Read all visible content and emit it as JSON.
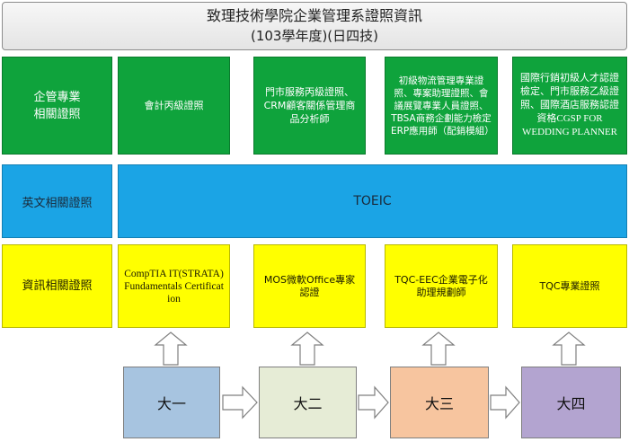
{
  "title": {
    "line1": "致理技術學院企業管理系證照資訊",
    "line2": "(103學年度)(日四技)"
  },
  "rows": {
    "business": {
      "label": "企管專業\n相關證照",
      "items": [
        "會計丙級證照",
        "門市服務丙級證照、CRM顧客關係管理商品分析師",
        "初級物流管理專業證照、專案助理證照、會議展覽專業人員證照、TBSA商務企劃能力檢定ERP應用師（配銷模組）",
        "國際行銷初級人才認證檢定、門市服務乙級證照、國際酒店服務認證資格CGSP FOR WEDDING PLANNER"
      ]
    },
    "english": {
      "label": "英文相關證照",
      "item": "TOEIC"
    },
    "it": {
      "label": "資訊相關證照",
      "items": [
        "CompTIA IT(STRATA)Fundamentals Certification",
        "MOS微軟Office專家認證",
        "TQC-EEC企業電子化助理規劃師",
        "TQC專業證照"
      ]
    }
  },
  "years": [
    {
      "label": "大一",
      "color": "#a7c4e0"
    },
    {
      "label": "大二",
      "color": "#e6ecd6"
    },
    {
      "label": "大三",
      "color": "#f7c59f"
    },
    {
      "label": "大四",
      "color": "#b3a4d0"
    }
  ]
}
